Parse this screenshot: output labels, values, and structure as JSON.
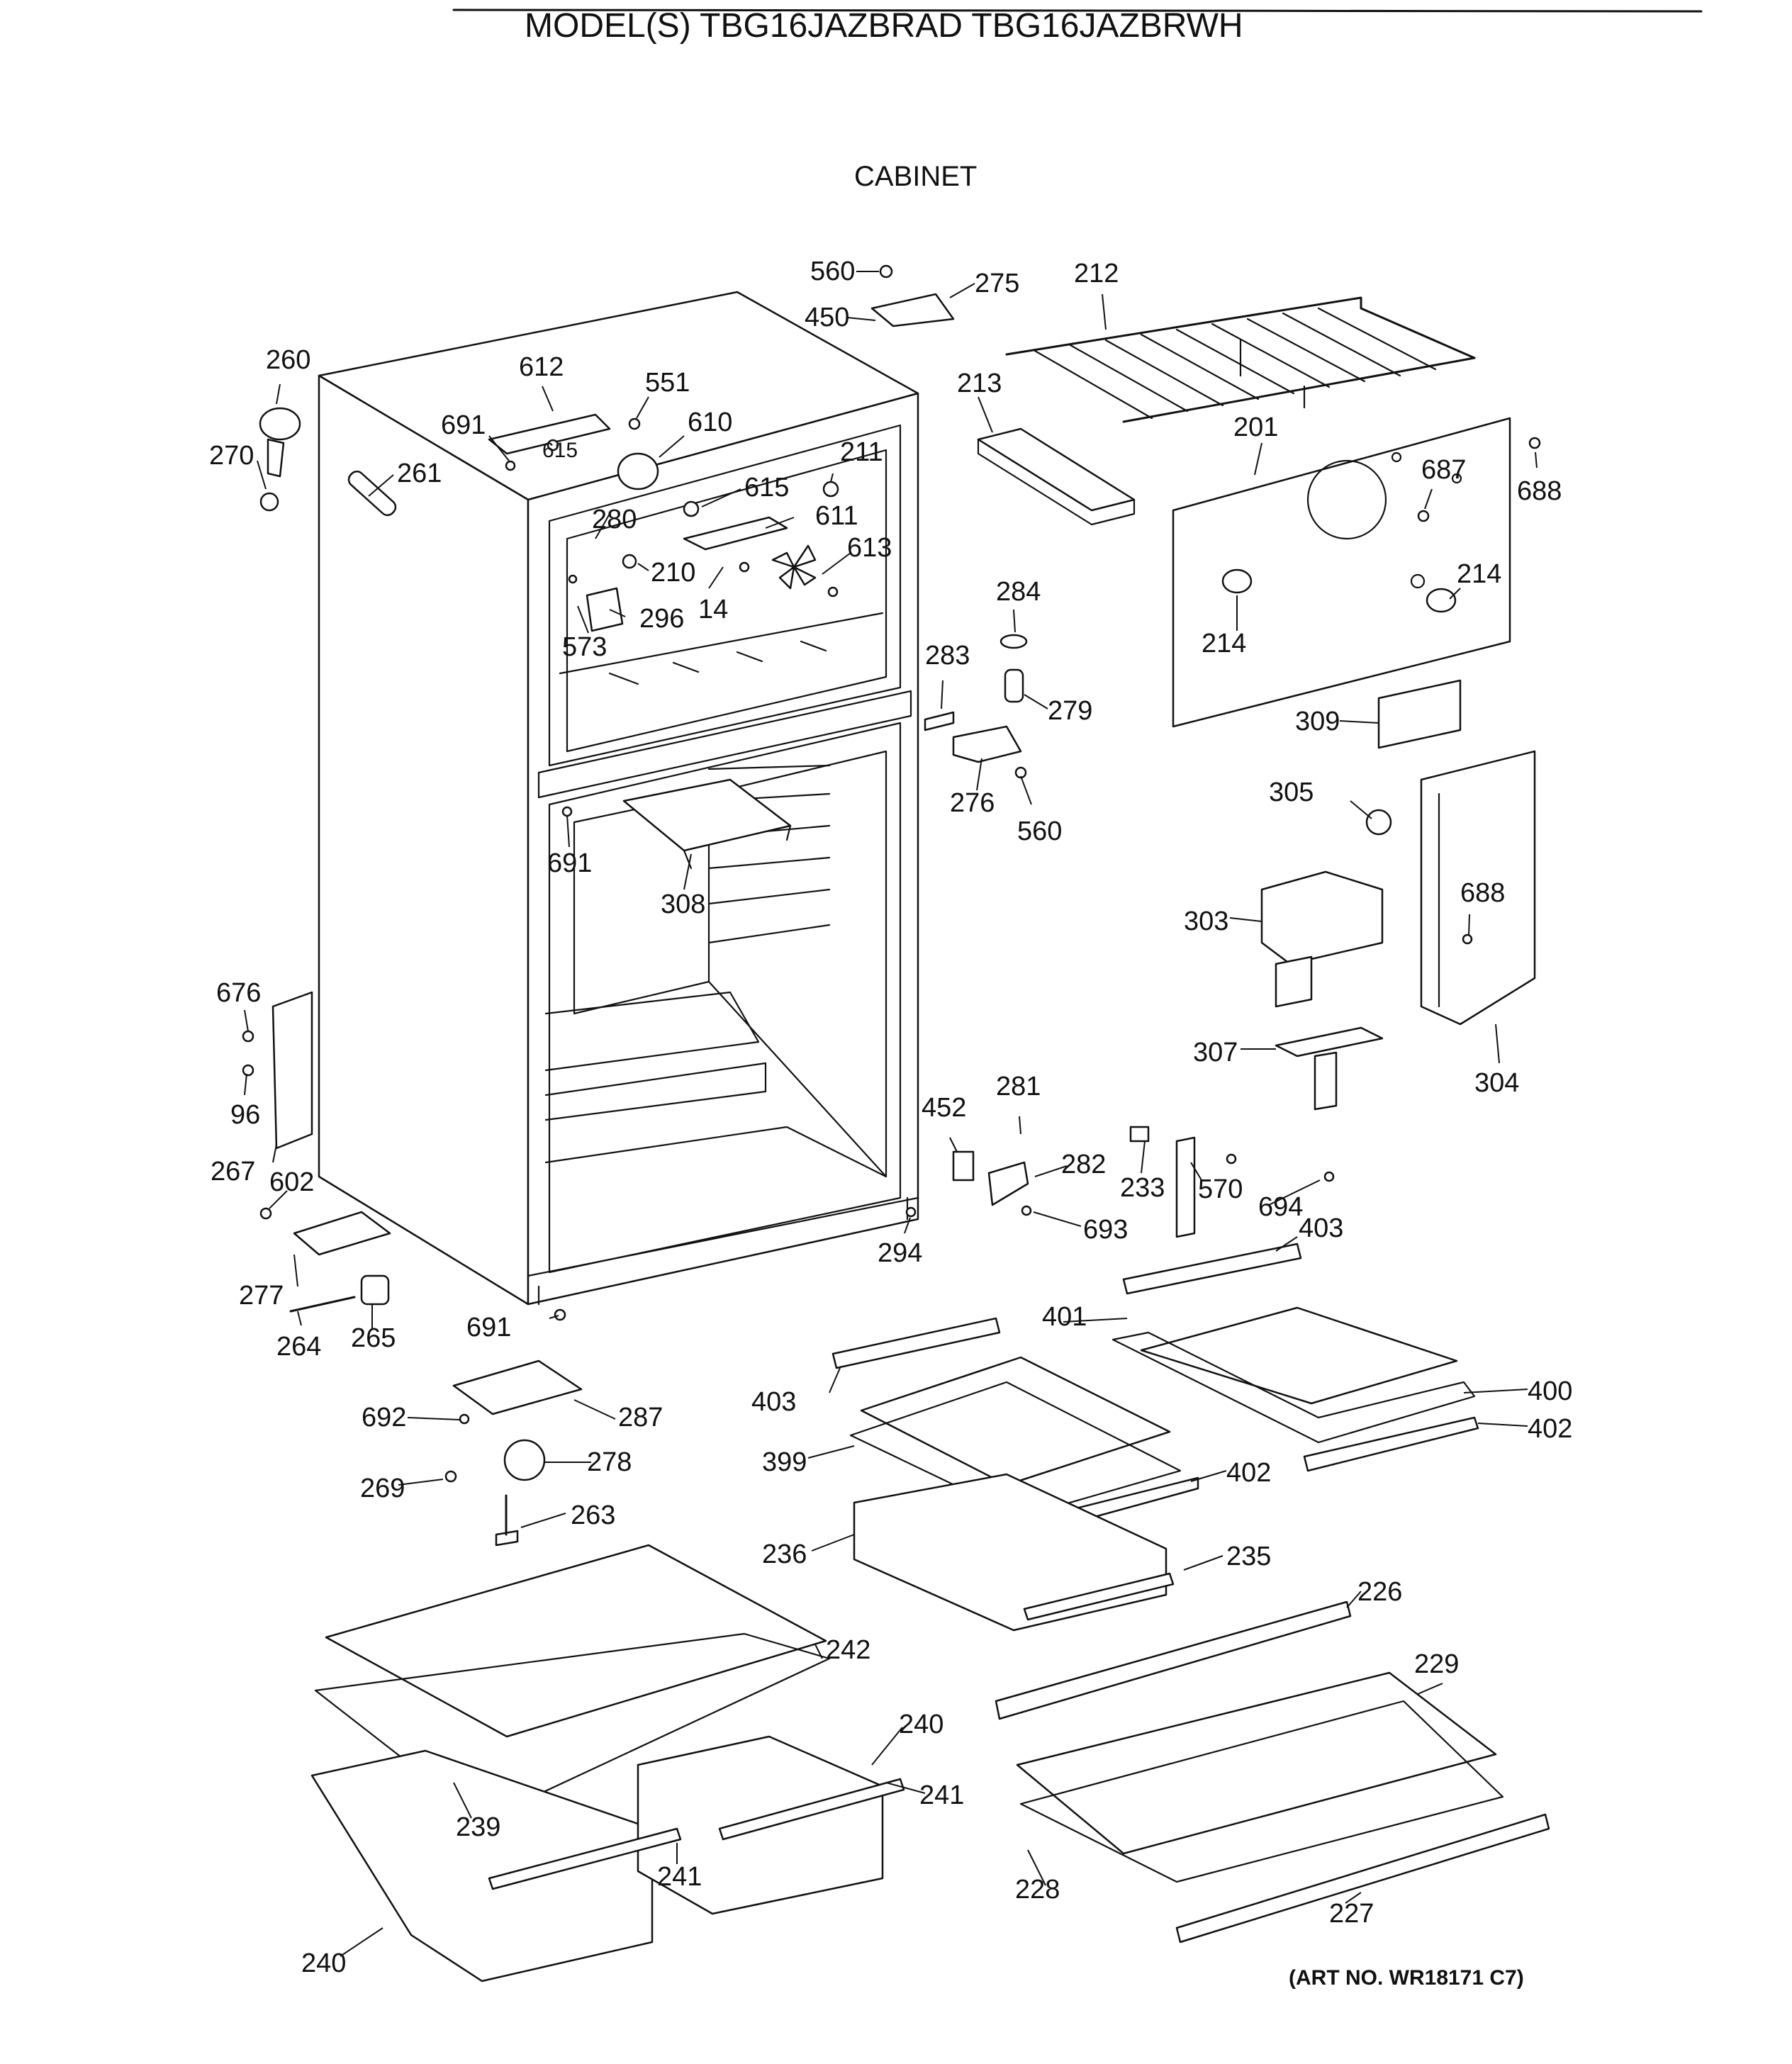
{
  "header": {
    "model_title": "MODEL(S) TBG16JAZBRAD  TBG16JAZBRWH",
    "section_title": "CABINET",
    "art_number": "(ART NO. WR18171 C7)"
  },
  "callouts": [
    {
      "id": "560a",
      "text": "560"
    },
    {
      "id": "275",
      "text": "275"
    },
    {
      "id": "450",
      "text": "450"
    },
    {
      "id": "212",
      "text": "212"
    },
    {
      "id": "260",
      "text": "260"
    },
    {
      "id": "612",
      "text": "612"
    },
    {
      "id": "551",
      "text": "551"
    },
    {
      "id": "610",
      "text": "610"
    },
    {
      "id": "213",
      "text": "213"
    },
    {
      "id": "201",
      "text": "201"
    },
    {
      "id": "691a",
      "text": "691"
    },
    {
      "id": "615a",
      "text": "615"
    },
    {
      "id": "270",
      "text": "270"
    },
    {
      "id": "261",
      "text": "261"
    },
    {
      "id": "211",
      "text": "211"
    },
    {
      "id": "615b",
      "text": "615"
    },
    {
      "id": "687",
      "text": "687"
    },
    {
      "id": "688a",
      "text": "688"
    },
    {
      "id": "280",
      "text": "280"
    },
    {
      "id": "611",
      "text": "611"
    },
    {
      "id": "613",
      "text": "613"
    },
    {
      "id": "210",
      "text": "210"
    },
    {
      "id": "14",
      "text": "14"
    },
    {
      "id": "214a",
      "text": "214"
    },
    {
      "id": "214b",
      "text": "214"
    },
    {
      "id": "284",
      "text": "284"
    },
    {
      "id": "296",
      "text": "296"
    },
    {
      "id": "573",
      "text": "573"
    },
    {
      "id": "283",
      "text": "283"
    },
    {
      "id": "279",
      "text": "279"
    },
    {
      "id": "309",
      "text": "309"
    },
    {
      "id": "276",
      "text": "276"
    },
    {
      "id": "560b",
      "text": "560"
    },
    {
      "id": "305",
      "text": "305"
    },
    {
      "id": "691b",
      "text": "691"
    },
    {
      "id": "308",
      "text": "308"
    },
    {
      "id": "688b",
      "text": "688"
    },
    {
      "id": "303",
      "text": "303"
    },
    {
      "id": "676",
      "text": "676"
    },
    {
      "id": "307",
      "text": "307"
    },
    {
      "id": "304",
      "text": "304"
    },
    {
      "id": "96",
      "text": "96"
    },
    {
      "id": "281",
      "text": "281"
    },
    {
      "id": "452",
      "text": "452"
    },
    {
      "id": "267",
      "text": "267"
    },
    {
      "id": "602",
      "text": "602"
    },
    {
      "id": "282",
      "text": "282"
    },
    {
      "id": "233",
      "text": "233"
    },
    {
      "id": "570",
      "text": "570"
    },
    {
      "id": "693",
      "text": "693"
    },
    {
      "id": "694",
      "text": "694"
    },
    {
      "id": "294",
      "text": "294"
    },
    {
      "id": "403a",
      "text": "403"
    },
    {
      "id": "277",
      "text": "277"
    },
    {
      "id": "401",
      "text": "401"
    },
    {
      "id": "691c",
      "text": "691"
    },
    {
      "id": "264",
      "text": "264"
    },
    {
      "id": "265",
      "text": "265"
    },
    {
      "id": "403b",
      "text": "403"
    },
    {
      "id": "400",
      "text": "400"
    },
    {
      "id": "692",
      "text": "692"
    },
    {
      "id": "287",
      "text": "287"
    },
    {
      "id": "402a",
      "text": "402"
    },
    {
      "id": "399",
      "text": "399"
    },
    {
      "id": "278",
      "text": "278"
    },
    {
      "id": "402b",
      "text": "402"
    },
    {
      "id": "269",
      "text": "269"
    },
    {
      "id": "263",
      "text": "263"
    },
    {
      "id": "236",
      "text": "236"
    },
    {
      "id": "235",
      "text": "235"
    },
    {
      "id": "226",
      "text": "226"
    },
    {
      "id": "242",
      "text": "242"
    },
    {
      "id": "229",
      "text": "229"
    },
    {
      "id": "240a",
      "text": "240"
    },
    {
      "id": "241a",
      "text": "241"
    },
    {
      "id": "239",
      "text": "239"
    },
    {
      "id": "241b",
      "text": "241"
    },
    {
      "id": "228",
      "text": "228"
    },
    {
      "id": "227",
      "text": "227"
    },
    {
      "id": "240b",
      "text": "240"
    }
  ]
}
